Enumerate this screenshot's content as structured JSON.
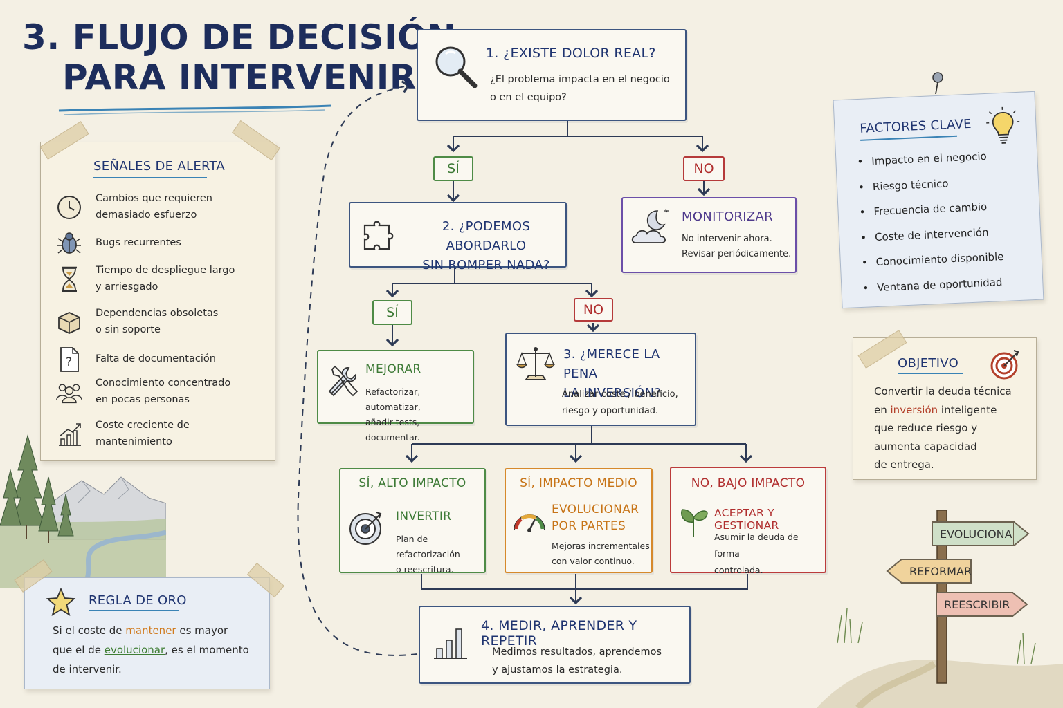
{
  "title": {
    "line1": "3. FLUJO DE DECISIÓN",
    "line2": "PARA INTERVENIR"
  },
  "signals": {
    "heading": "SEÑALES DE ALERTA",
    "items": [
      {
        "icon": "clock-icon",
        "l1": "Cambios que requieren",
        "l2": "demasiado esfuerzo"
      },
      {
        "icon": "bug-icon",
        "l1": "Bugs recurrentes",
        "l2": ""
      },
      {
        "icon": "hourglass-icon",
        "l1": "Tiempo de despliegue largo",
        "l2": "y arriesgado"
      },
      {
        "icon": "box-icon",
        "l1": "Dependencias obsoletas",
        "l2": "o sin soporte"
      },
      {
        "icon": "document-question-icon",
        "l1": "Falta de documentación",
        "l2": ""
      },
      {
        "icon": "people-icon",
        "l1": "Conocimiento concentrado",
        "l2": "en pocas personas"
      },
      {
        "icon": "rising-chart-icon",
        "l1": "Coste creciente de",
        "l2": "mantenimiento"
      }
    ]
  },
  "rule": {
    "heading": "REGLA DE ORO",
    "l1a": "Si el coste de ",
    "l1b": "mantener",
    "l1c": " es mayor",
    "l2a": "que el de ",
    "l2b": "evolucionar",
    "l2c": ", es el momento",
    "l3": "de intervenir."
  },
  "q1": {
    "title": "1. ¿EXISTE DOLOR REAL?",
    "l1": "¿El problema impacta en el negocio",
    "l2": "o en el equipo?"
  },
  "q1_yes": "SÍ",
  "q1_no": "NO",
  "q2": {
    "l1": "2. ¿PODEMOS ABORDARLO",
    "l2": "SIN ROMPER NADA?"
  },
  "monitor": {
    "title": "MONITORIZAR",
    "l1": "No intervenir ahora.",
    "l2": "Revisar periódicamente."
  },
  "q2_yes": "SÍ",
  "q2_no": "NO",
  "improve": {
    "title": "MEJORAR",
    "l1": "Refactorizar, automatizar,",
    "l2": "añadir tests, documentar."
  },
  "q3": {
    "l1": "3. ¿MERECE LA PENA",
    "l2": "LA INVERSIÓN?",
    "d1": "Analizar coste / beneficio,",
    "d2": "riesgo y oportunidad."
  },
  "high": {
    "label": "SÍ, ALTO IMPACTO",
    "title": "INVERTIR",
    "l1": "Plan de refactorización",
    "l2": "o reescritura."
  },
  "medium": {
    "label": "SÍ, IMPACTO MEDIO",
    "t1": "EVOLUCIONAR",
    "t2": "POR PARTES",
    "l1": "Mejoras incrementales",
    "l2": "con valor continuo."
  },
  "low": {
    "label": "NO, BAJO IMPACTO",
    "title": "ACEPTAR Y GESTIONAR",
    "l1": "Asumir la deuda de forma",
    "l2": "controlada."
  },
  "measure": {
    "title": "4. MEDIR, APRENDER Y REPETIR",
    "l1": "Medimos resultados, aprendemos",
    "l2": "y ajustamos la estrategia."
  },
  "factors": {
    "heading": "FACTORES CLAVE",
    "items": [
      "Impacto en el negocio",
      "Riesgo técnico",
      "Frecuencia de cambio",
      "Coste de intervención",
      "Conocimiento disponible",
      "Ventana de oportunidad"
    ]
  },
  "objective": {
    "heading": "OBJETIVO",
    "l1": "Convertir la deuda técnica",
    "l2a": "en ",
    "l2b": "inversión",
    "l2c": " inteligente",
    "l3": "que reduce riesgo y",
    "l4": "aumenta capacidad",
    "l5": "de entrega."
  },
  "signpost": {
    "s1": "EVOLUCIONAR",
    "s2": "REFORMAR",
    "s3": "REESCRIBIR"
  },
  "colors": {
    "navy": "#1d2d5c",
    "green": "#4e8b46",
    "red": "#b53a3a",
    "orange": "#d6892b",
    "purple": "#6b4fa8"
  }
}
